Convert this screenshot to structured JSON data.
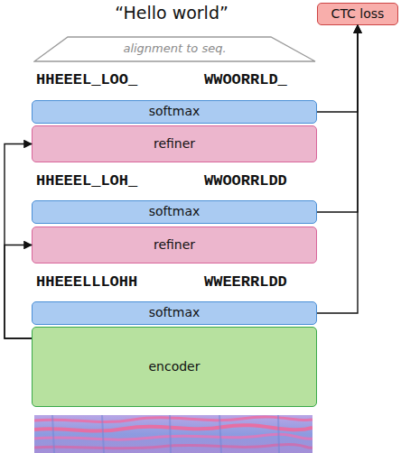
{
  "diagram": {
    "title": "“Hello world”",
    "nodes": [
      {
        "text": [
          "CTC loss"
        ]
      },
      {
        "text": [
          "alignment to seq."
        ]
      },
      {
        "text": [
          "softmax"
        ]
      },
      {
        "text": [
          "refiner"
        ]
      },
      {
        "text": [
          "softmax"
        ]
      },
      {
        "text": [
          "refiner"
        ]
      },
      {
        "text": [
          "softmax"
        ]
      },
      {
        "text": [
          "encoder"
        ]
      }
    ],
    "edges": [
      {
        "from": 2,
        "to": 0,
        "arrow": "to"
      },
      {
        "from": 4,
        "to": 0,
        "arrow": "to"
      },
      {
        "from": 6,
        "to": 0,
        "arrow": "to"
      },
      {
        "from": 7,
        "to": 3,
        "arrow": "to"
      },
      {
        "from": 7,
        "to": 5,
        "arrow": "to"
      }
    ],
    "labels": [
      "HHEEEL_LOO_",
      "WWOORRLD_",
      "HHEEEL_LOH_",
      "WWOORRLDD",
      "HHEEELLLOHH",
      "WWEERRLDD"
    ]
  }
}
